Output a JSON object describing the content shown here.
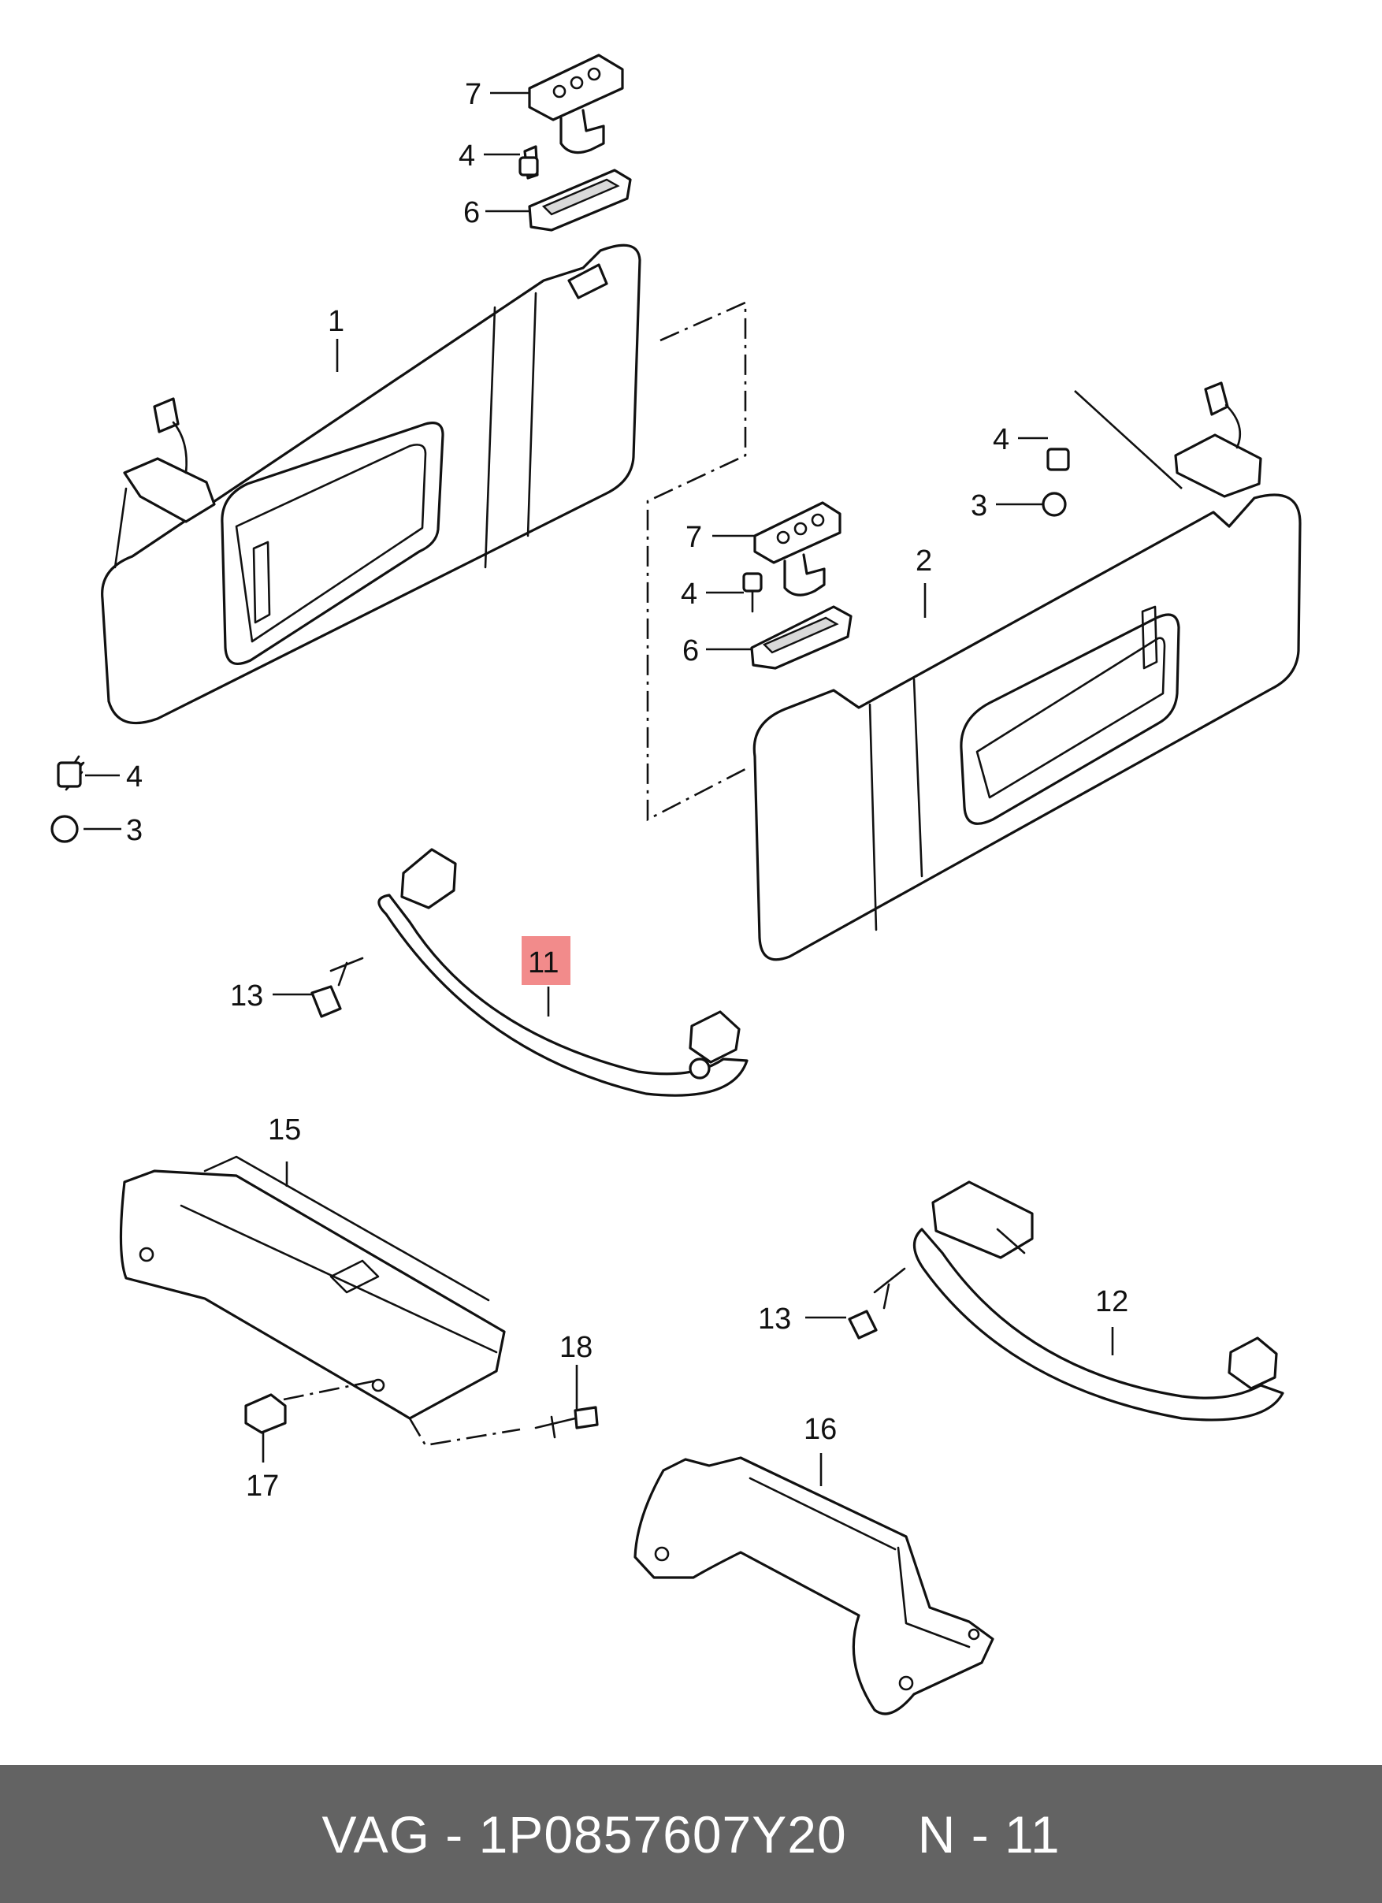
{
  "diagram": {
    "callouts": {
      "c7a": "7",
      "c4a": "4",
      "c6a": "6",
      "c1": "1",
      "c4b": "4",
      "c3b": "3",
      "c7b": "7",
      "c4c": "4",
      "c6b": "6",
      "c2": "2",
      "c4d": "4",
      "c3d": "3",
      "c13a": "13",
      "c11": "11",
      "c15": "15",
      "c18": "18",
      "c17": "17",
      "c13b": "13",
      "c12": "12",
      "c16": "16"
    },
    "highlight_color": "#f28b8b"
  },
  "footer": {
    "part_number": "VAG - 1P0857607Y20",
    "position": "N - 11",
    "background": "#636363"
  }
}
